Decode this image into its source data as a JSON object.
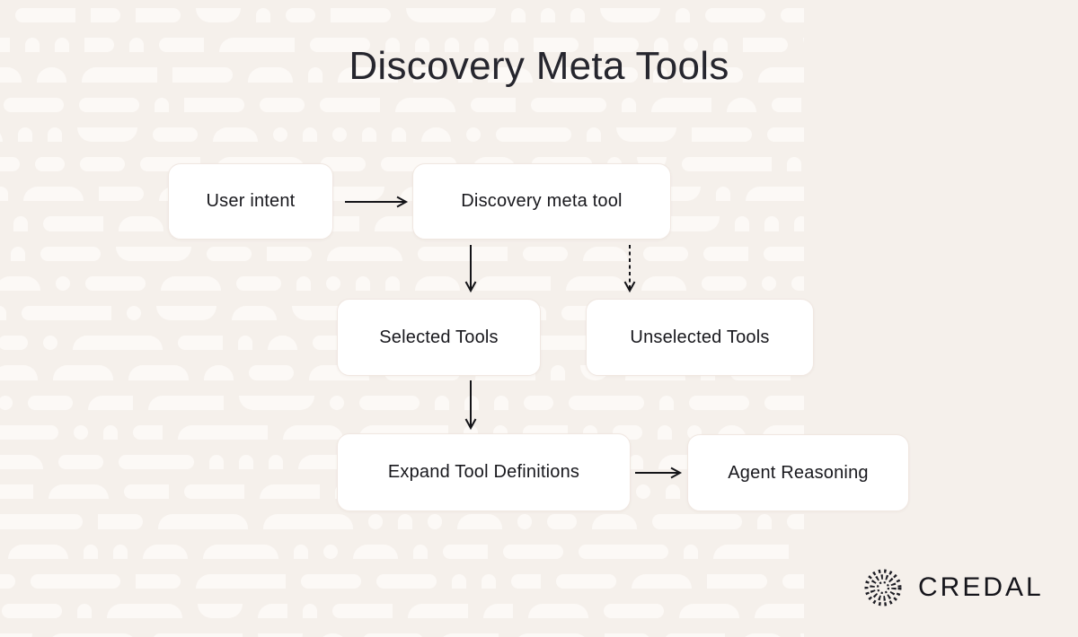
{
  "title": "Discovery Meta Tools",
  "diagram": {
    "nodes": [
      {
        "id": "user-intent",
        "label": "User intent"
      },
      {
        "id": "discovery-meta-tool",
        "label": "Discovery meta tool"
      },
      {
        "id": "selected-tools",
        "label": "Selected Tools"
      },
      {
        "id": "unselected-tools",
        "label": "Unselected Tools"
      },
      {
        "id": "expand-tool-definitions",
        "label": "Expand Tool Definitions"
      },
      {
        "id": "agent-reasoning",
        "label": "Agent Reasoning"
      }
    ],
    "edges": [
      {
        "from": "user-intent",
        "to": "discovery-meta-tool",
        "style": "solid",
        "direction": "right"
      },
      {
        "from": "discovery-meta-tool",
        "to": "selected-tools",
        "style": "solid",
        "direction": "down"
      },
      {
        "from": "discovery-meta-tool",
        "to": "unselected-tools",
        "style": "dashed",
        "direction": "down"
      },
      {
        "from": "selected-tools",
        "to": "expand-tool-definitions",
        "style": "solid",
        "direction": "down"
      },
      {
        "from": "expand-tool-definitions",
        "to": "agent-reasoning",
        "style": "solid",
        "direction": "right"
      }
    ]
  },
  "branding": {
    "logo_text": "CREDAL",
    "logo_icon": "dashed-sunburst-icon"
  },
  "colors": {
    "background": "#f5f0eb",
    "pattern_shape": "#fcf9f6",
    "node_fill": "#ffffff",
    "node_border": "#f0e7e1",
    "text": "#18181d",
    "title": "#26262e",
    "arrow": "#141418"
  }
}
